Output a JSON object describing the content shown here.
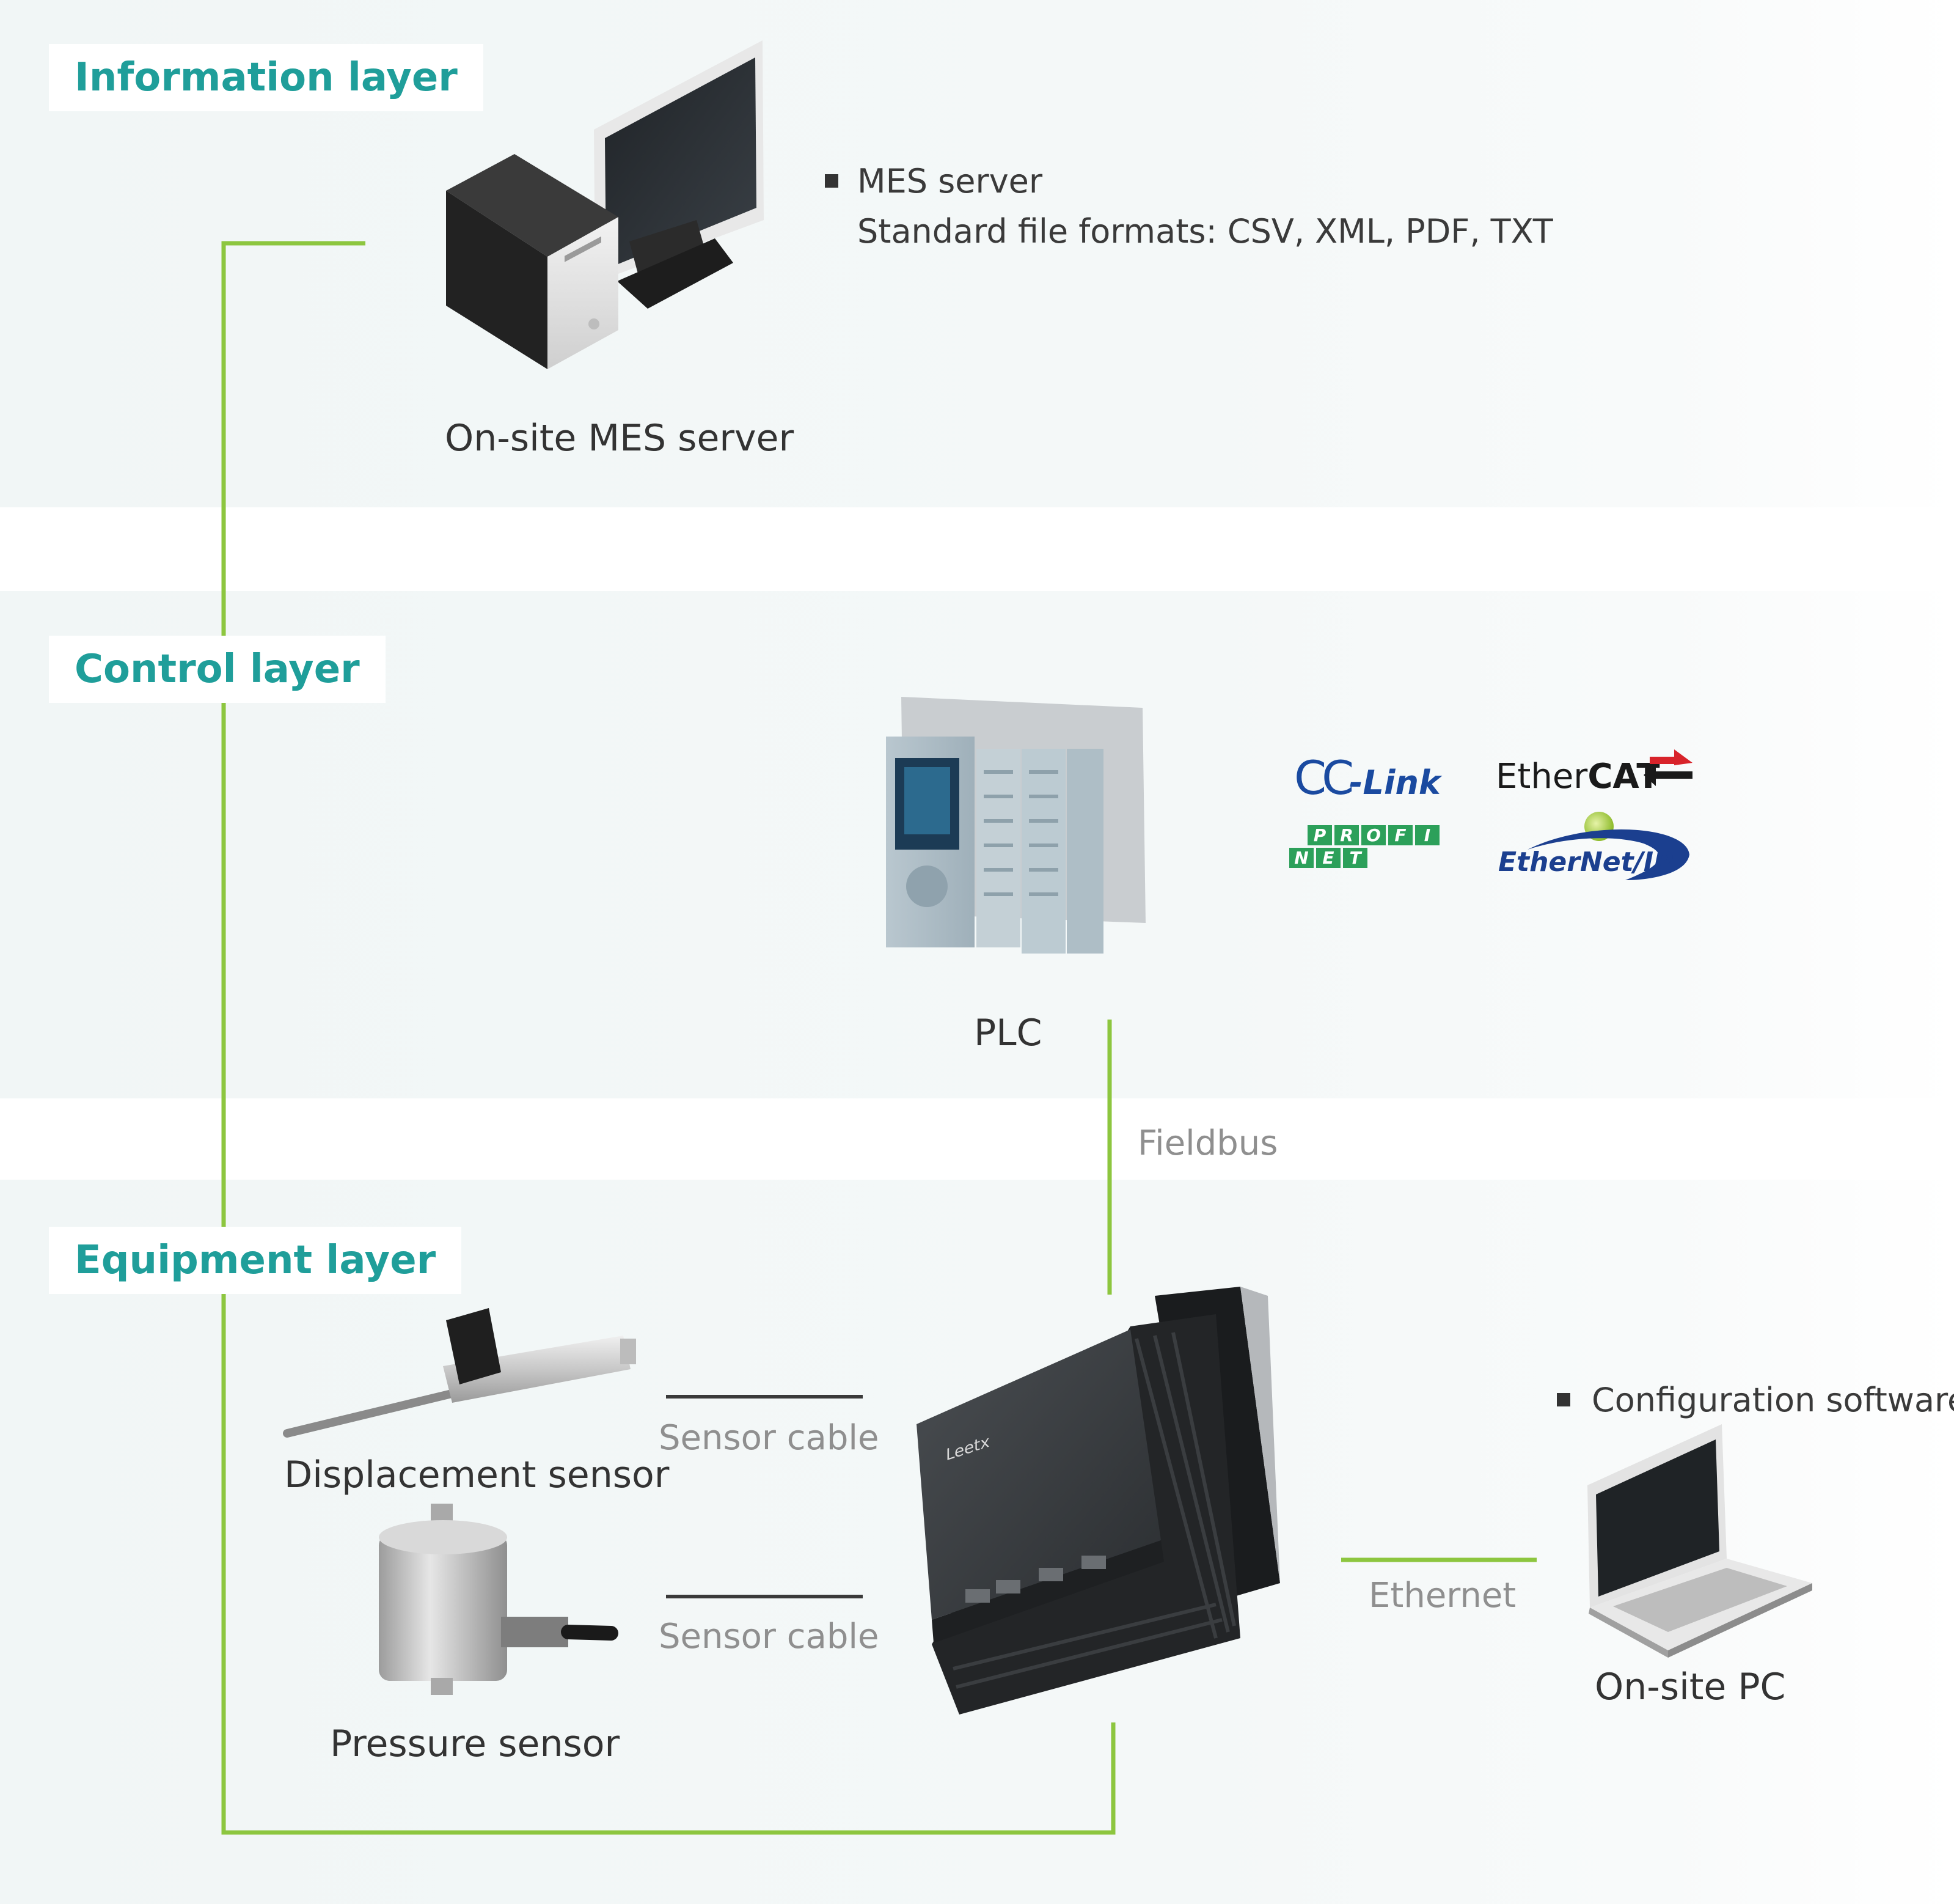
{
  "layers": {
    "information": "Information layer",
    "control": "Control layer",
    "equipment": "Equipment layer"
  },
  "devices": {
    "mes_server": "On-site MES server",
    "plc": "PLC",
    "displacement_sensor": "Displacement sensor",
    "pressure_sensor": "Pressure sensor",
    "pc": "On-site PC"
  },
  "notes": {
    "mes_line1": "MES server",
    "mes_line2": "Standard file formats: CSV, XML, PDF, TXT",
    "pc_line1": "Configuration software"
  },
  "connections": {
    "fieldbus": "Fieldbus",
    "sensor_cable_1": "Sensor cable",
    "sensor_cable_2": "Sensor cable",
    "ethernet": "Ethernet"
  },
  "protocols": {
    "cc_link_a": "CC",
    "cc_link_b": "-Link",
    "ethercat_a": "Ether",
    "ethercat_b": "CAT",
    "profi_letters": [
      "P",
      "R",
      "O",
      "F",
      "I"
    ],
    "net_letters": [
      "N",
      "E",
      "T"
    ],
    "ethernet_ip": "EtherNet/IP"
  },
  "device_texts": {
    "controller_brand": "Leetx"
  },
  "colors": {
    "accent_teal": "#1f9e9a",
    "connector_green": "#8dc63f",
    "band_bg": "#f1f6f6",
    "cc_link_blue": "#1a4aa0",
    "profinet_green": "#2ca05a",
    "ethercat_red": "#d8232a",
    "ethernetip_blue": "#1b3f8f"
  }
}
